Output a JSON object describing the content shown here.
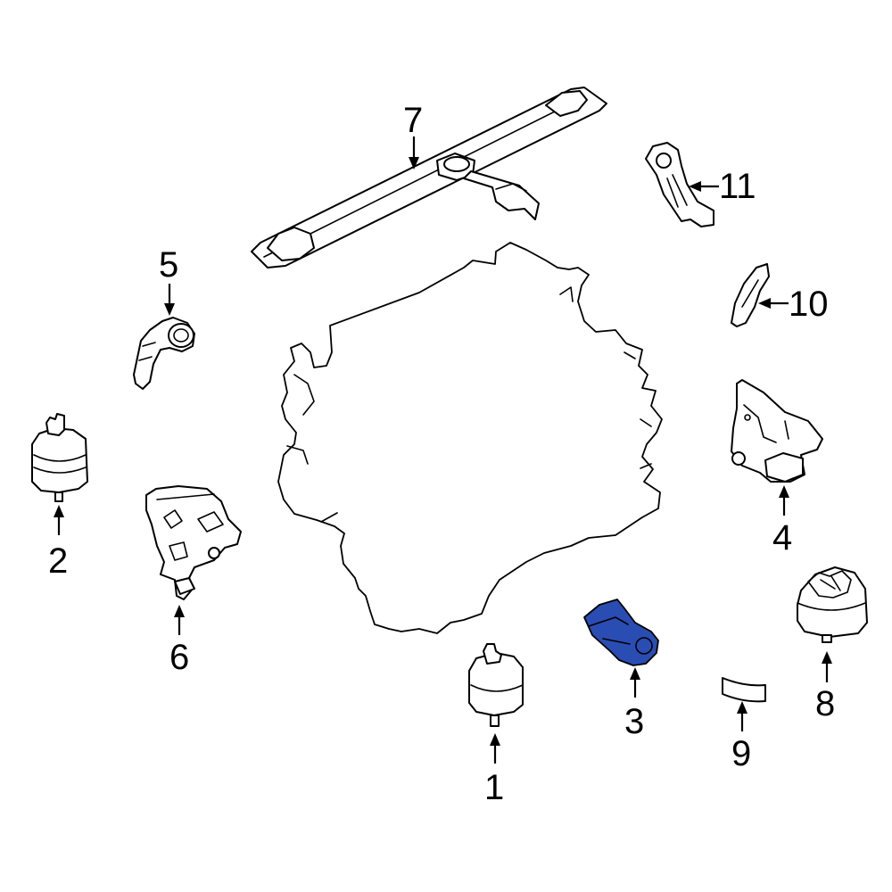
{
  "diagram": {
    "highlight_color": "#2a4db3",
    "line_color": "#000000",
    "background": "#ffffff",
    "callouts": [
      {
        "id": "1",
        "label": "1"
      },
      {
        "id": "2",
        "label": "2"
      },
      {
        "id": "3",
        "label": "3",
        "highlighted": true
      },
      {
        "id": "4",
        "label": "4"
      },
      {
        "id": "5",
        "label": "5"
      },
      {
        "id": "6",
        "label": "6"
      },
      {
        "id": "7",
        "label": "7"
      },
      {
        "id": "8",
        "label": "8"
      },
      {
        "id": "9",
        "label": "9"
      },
      {
        "id": "10",
        "label": "10"
      },
      {
        "id": "11",
        "label": "11"
      }
    ]
  }
}
